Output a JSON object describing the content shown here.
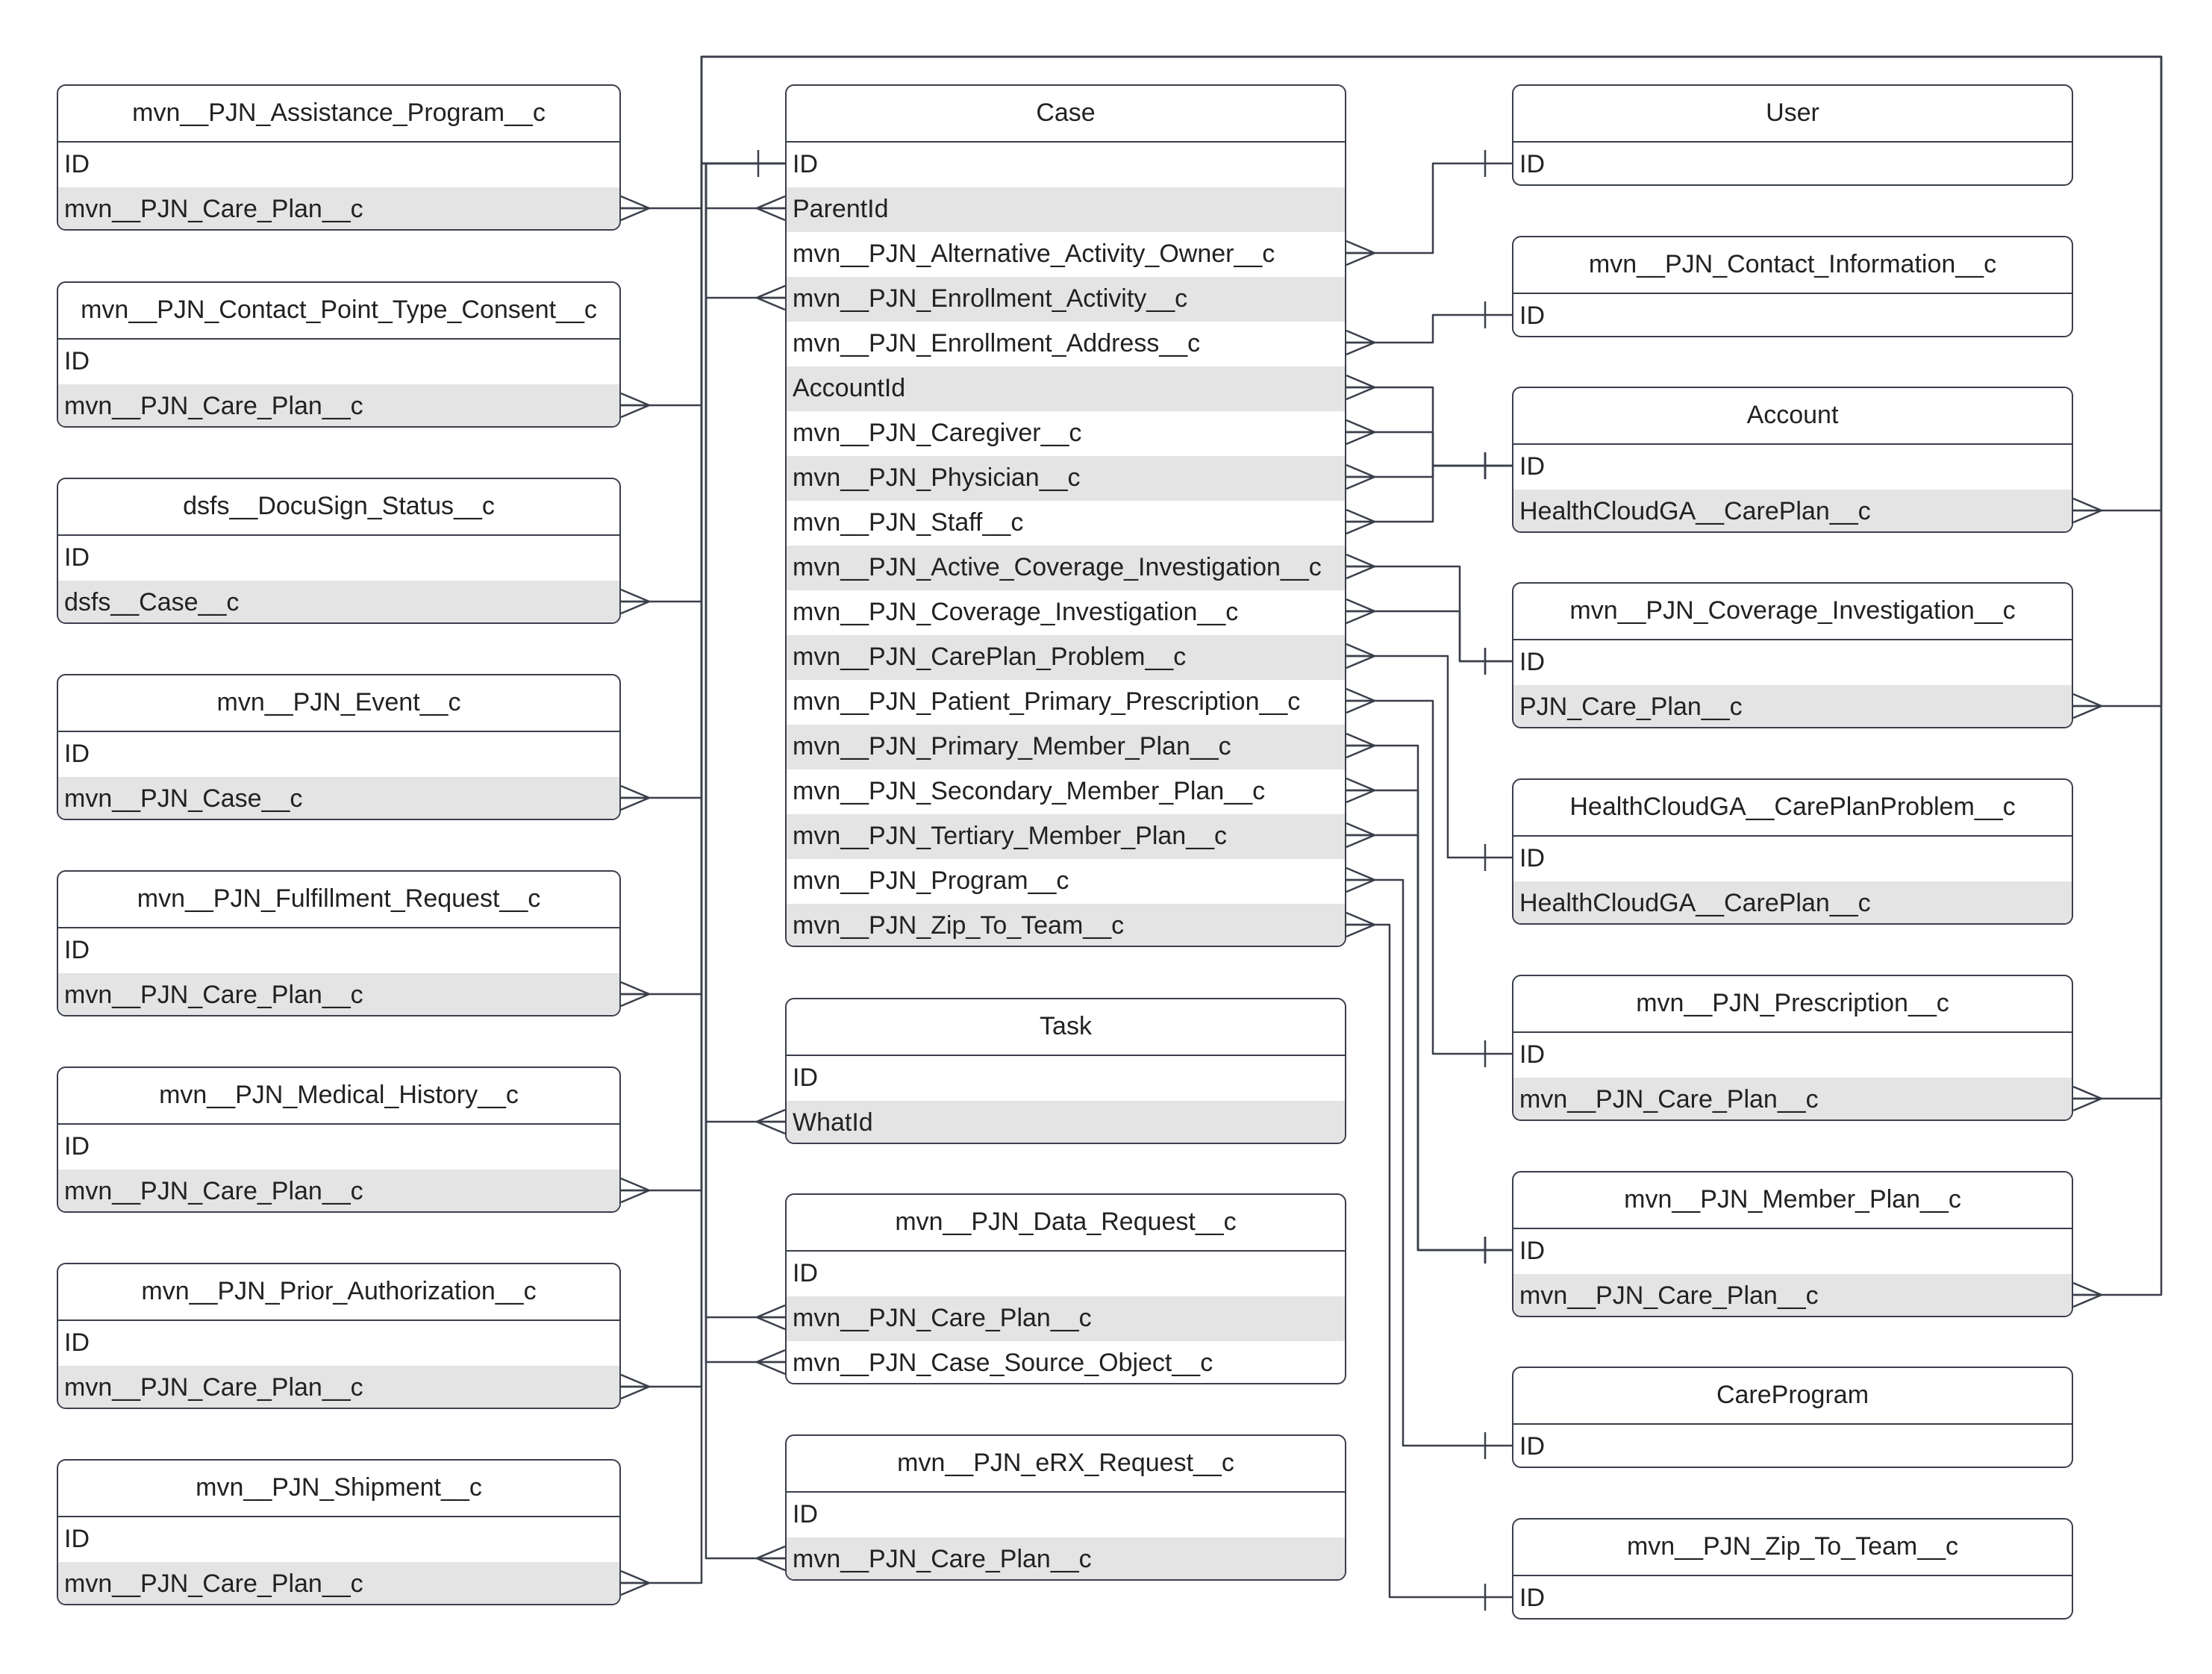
{
  "entities": {
    "assistance_program": {
      "name": "mvn__PJN_Assistance_Program__c",
      "fields": [
        "ID",
        "mvn__PJN_Care_Plan__c"
      ]
    },
    "contact_point_type_consent": {
      "name": "mvn__PJN_Contact_Point_Type_Consent__c",
      "fields": [
        "ID",
        "mvn__PJN_Care_Plan__c"
      ]
    },
    "docusign_status": {
      "name": "dsfs__DocuSign_Status__c",
      "fields": [
        "ID",
        "dsfs__Case__c"
      ]
    },
    "event": {
      "name": "mvn__PJN_Event__c",
      "fields": [
        "ID",
        "mvn__PJN_Case__c"
      ]
    },
    "fulfillment_request": {
      "name": "mvn__PJN_Fulfillment_Request__c",
      "fields": [
        "ID",
        "mvn__PJN_Care_Plan__c"
      ]
    },
    "medical_history": {
      "name": "mvn__PJN_Medical_History__c",
      "fields": [
        "ID",
        "mvn__PJN_Care_Plan__c"
      ]
    },
    "prior_authorization": {
      "name": "mvn__PJN_Prior_Authorization__c",
      "fields": [
        "ID",
        "mvn__PJN_Care_Plan__c"
      ]
    },
    "shipment": {
      "name": "mvn__PJN_Shipment__c",
      "fields": [
        "ID",
        "mvn__PJN_Care_Plan__c"
      ]
    },
    "case": {
      "name": "Case",
      "fields": [
        "ID",
        "ParentId",
        "mvn__PJN_Alternative_Activity_Owner__c",
        "mvn__PJN_Enrollment_Activity__c",
        "mvn__PJN_Enrollment_Address__c",
        "AccountId",
        "mvn__PJN_Caregiver__c",
        "mvn__PJN_Physician__c",
        "mvn__PJN_Staff__c",
        "mvn__PJN_Active_Coverage_Investigation__c",
        "mvn__PJN_Coverage_Investigation__c",
        "mvn__PJN_CarePlan_Problem__c",
        "mvn__PJN_Patient_Primary_Prescription__c",
        "mvn__PJN_Primary_Member_Plan__c",
        "mvn__PJN_Secondary_Member_Plan__c",
        "mvn__PJN_Tertiary_Member_Plan__c",
        "mvn__PJN_Program__c",
        "mvn__PJN_Zip_To_Team__c"
      ]
    },
    "task": {
      "name": "Task",
      "fields": [
        "ID",
        "WhatId"
      ]
    },
    "data_request": {
      "name": "mvn__PJN_Data_Request__c",
      "fields": [
        "ID",
        "mvn__PJN_Care_Plan__c",
        "mvn__PJN_Case_Source_Object__c"
      ]
    },
    "erx_request": {
      "name": "mvn__PJN_eRX_Request__c",
      "fields": [
        "ID",
        "mvn__PJN_Care_Plan__c"
      ]
    },
    "user": {
      "name": "User",
      "fields": [
        "ID"
      ]
    },
    "contact_information": {
      "name": "mvn__PJN_Contact_Information__c",
      "fields": [
        "ID"
      ]
    },
    "account": {
      "name": "Account",
      "fields": [
        "ID",
        "HealthCloudGA__CarePlan__c"
      ]
    },
    "coverage_investigation": {
      "name": "mvn__PJN_Coverage_Investigation__c",
      "fields": [
        "ID",
        "PJN_Care_Plan__c"
      ]
    },
    "careplan_problem": {
      "name": "HealthCloudGA__CarePlanProblem__c",
      "fields": [
        "ID",
        "HealthCloudGA__CarePlan__c"
      ]
    },
    "prescription": {
      "name": "mvn__PJN_Prescription__c",
      "fields": [
        "ID",
        "mvn__PJN_Care_Plan__c"
      ]
    },
    "member_plan": {
      "name": "mvn__PJN_Member_Plan__c",
      "fields": [
        "ID",
        "mvn__PJN_Care_Plan__c"
      ]
    },
    "care_program": {
      "name": "CareProgram",
      "fields": [
        "ID"
      ]
    },
    "zip_to_team": {
      "name": "mvn__PJN_Zip_To_Team__c",
      "fields": [
        "ID"
      ]
    }
  },
  "relationships": [
    {
      "from": "assistance_program",
      "from_field": 1,
      "to": "case",
      "to_field": 0
    },
    {
      "from": "contact_point_type_consent",
      "from_field": 1,
      "to": "case",
      "to_field": 0
    },
    {
      "from": "docusign_status",
      "from_field": 1,
      "to": "case",
      "to_field": 0
    },
    {
      "from": "event",
      "from_field": 1,
      "to": "case",
      "to_field": 0
    },
    {
      "from": "fulfillment_request",
      "from_field": 1,
      "to": "case",
      "to_field": 0
    },
    {
      "from": "medical_history",
      "from_field": 1,
      "to": "case",
      "to_field": 0
    },
    {
      "from": "prior_authorization",
      "from_field": 1,
      "to": "case",
      "to_field": 0
    },
    {
      "from": "shipment",
      "from_field": 1,
      "to": "case",
      "to_field": 0
    },
    {
      "from": "case",
      "from_field": 1,
      "to": "case",
      "to_field": 0
    },
    {
      "from": "case",
      "from_field": 3,
      "to": "case",
      "to_field": 0
    },
    {
      "from": "task",
      "from_field": 1,
      "to": "case",
      "to_field": 0
    },
    {
      "from": "data_request",
      "from_field": 1,
      "to": "case",
      "to_field": 0
    },
    {
      "from": "data_request",
      "from_field": 2,
      "to": "case",
      "to_field": 0
    },
    {
      "from": "erx_request",
      "from_field": 1,
      "to": "case",
      "to_field": 0
    },
    {
      "from": "case",
      "from_field": 2,
      "to": "user",
      "to_field": 0
    },
    {
      "from": "case",
      "from_field": 4,
      "to": "contact_information",
      "to_field": 0
    },
    {
      "from": "case",
      "from_field": 5,
      "to": "account",
      "to_field": 0
    },
    {
      "from": "case",
      "from_field": 6,
      "to": "account",
      "to_field": 0
    },
    {
      "from": "case",
      "from_field": 7,
      "to": "account",
      "to_field": 0
    },
    {
      "from": "case",
      "from_field": 8,
      "to": "account",
      "to_field": 0
    },
    {
      "from": "case",
      "from_field": 9,
      "to": "coverage_investigation",
      "to_field": 0
    },
    {
      "from": "case",
      "from_field": 10,
      "to": "coverage_investigation",
      "to_field": 0
    },
    {
      "from": "case",
      "from_field": 11,
      "to": "careplan_problem",
      "to_field": 0
    },
    {
      "from": "case",
      "from_field": 12,
      "to": "prescription",
      "to_field": 0
    },
    {
      "from": "case",
      "from_field": 13,
      "to": "member_plan",
      "to_field": 0
    },
    {
      "from": "case",
      "from_field": 14,
      "to": "member_plan",
      "to_field": 0
    },
    {
      "from": "case",
      "from_field": 15,
      "to": "member_plan",
      "to_field": 0
    },
    {
      "from": "case",
      "from_field": 16,
      "to": "care_program",
      "to_field": 0
    },
    {
      "from": "case",
      "from_field": 17,
      "to": "zip_to_team",
      "to_field": 0
    },
    {
      "from": "account",
      "from_field": 1,
      "to": "case",
      "to_field": 0
    },
    {
      "from": "coverage_investigation",
      "from_field": 1,
      "to": "case",
      "to_field": 0
    },
    {
      "from": "prescription",
      "from_field": 1,
      "to": "case",
      "to_field": 0
    },
    {
      "from": "member_plan",
      "from_field": 1,
      "to": "case",
      "to_field": 0
    }
  ]
}
